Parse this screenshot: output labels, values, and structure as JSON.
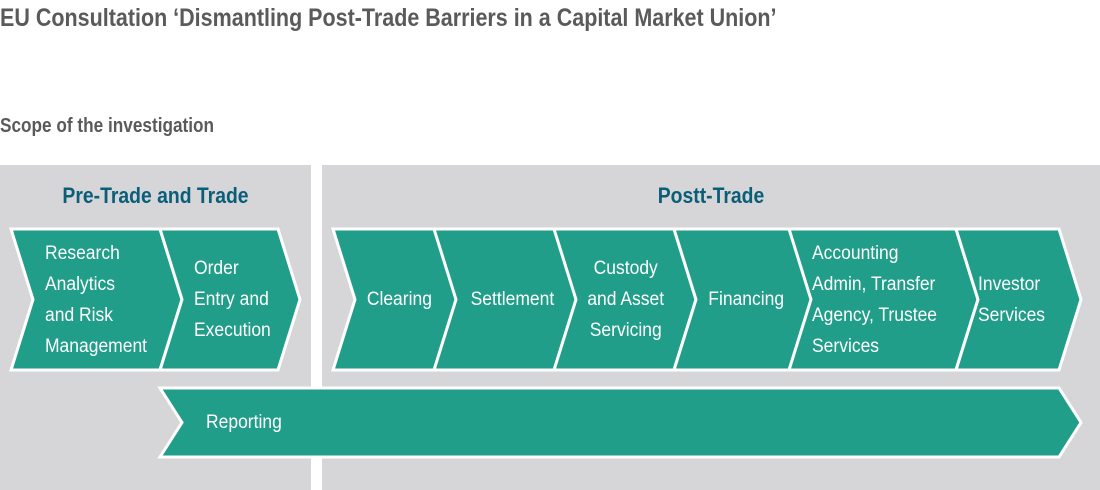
{
  "title": "EU Consultation ‘Dismantling Post-Trade Barriers in a Capital Market Union’",
  "subtitle": "Scope of the investigation",
  "colors": {
    "arrow_fill": "#209e8a",
    "arrow_stroke": "#ffffff",
    "panel_bg": "#d6d6d8",
    "panel_title": "#0b5e78",
    "text": "#5a5a5a"
  },
  "sections": {
    "pre_trade": {
      "title": "Pre-Trade and Trade",
      "steps": [
        "Research\nAnalytics\nand Risk\nManagement",
        "Order\nEntry and\nExecution"
      ]
    },
    "post_trade": {
      "title": "Postt-Trade",
      "steps": [
        "Clearing",
        "Settlement",
        "Custody\nand Asset\nServicing",
        "Financing",
        "Accounting\nAdmin, Transfer\nAgency, Trustee\nServices",
        "Investor\nServices"
      ]
    }
  },
  "reporting": "Reporting"
}
